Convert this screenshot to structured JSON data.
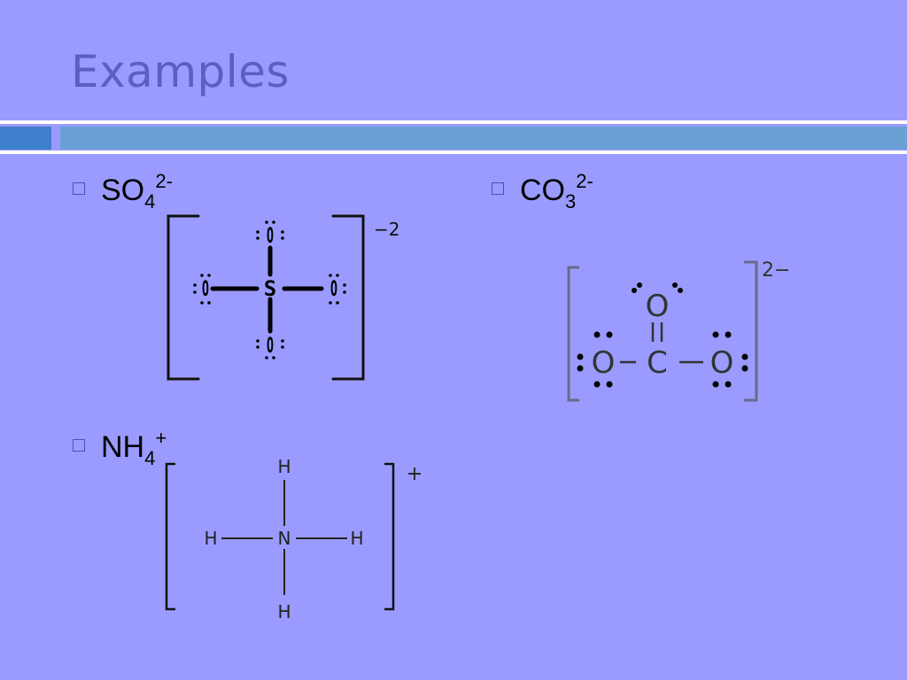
{
  "slide": {
    "title": "Examples"
  },
  "items": [
    {
      "id": "so4",
      "base": "SO",
      "subscript": "4",
      "charge": "2-",
      "structure": {
        "central": "S",
        "ligand": "O",
        "charge_label": "−2"
      }
    },
    {
      "id": "co3",
      "base": "CO",
      "subscript": "3",
      "charge": "2-",
      "structure": {
        "central": "C",
        "ligand": "O",
        "charge_label": "2−"
      }
    },
    {
      "id": "nh4",
      "base": "NH",
      "subscript": "4",
      "charge": "+",
      "structure": {
        "central": "N",
        "ligand": "H",
        "charge_label": "+"
      }
    }
  ],
  "colors": {
    "background": "#9b9bff",
    "title": "#5a5fc4",
    "accent_bar_dark": "#3e7fce",
    "accent_bar_light": "#6aa1d4"
  }
}
